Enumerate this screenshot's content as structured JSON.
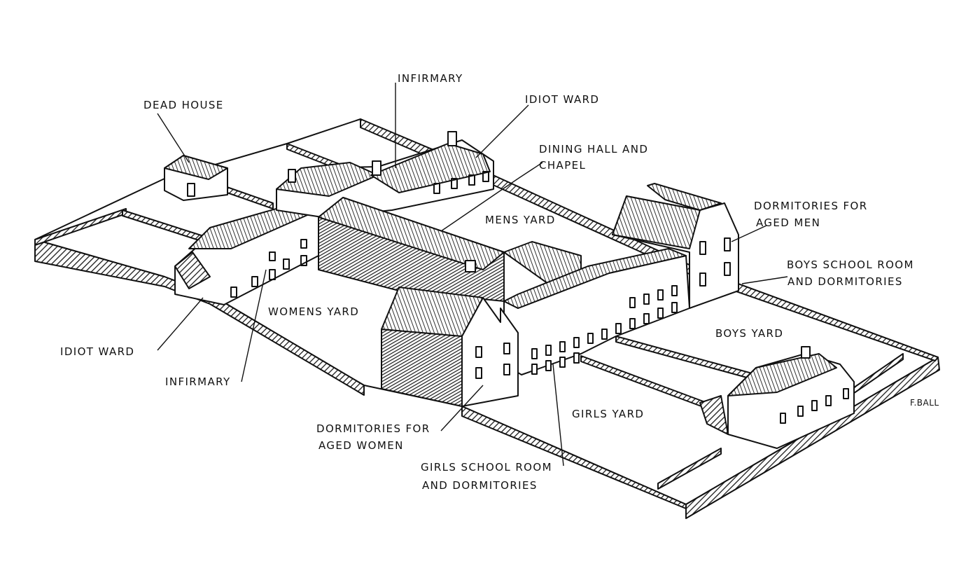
{
  "diagram": {
    "labels": {
      "dead_house": "DEAD HOUSE",
      "infirmary_top": "INFIRMARY",
      "idiot_ward_top": "IDIOT WARD",
      "dining_hall_1": "DINING HALL AND",
      "dining_hall_2": "CHAPEL",
      "mens_yard": "MENS YARD",
      "dorm_aged_men_1": "DORMITORIES FOR",
      "dorm_aged_men_2": "AGED MEN",
      "boys_school_1": "BOYS SCHOOL ROOM",
      "boys_school_2": "AND DORMITORIES",
      "boys_yard": "BOYS YARD",
      "womens_yard": "WOMENS YARD",
      "idiot_ward_left": "IDIOT WARD",
      "infirmary_left": "INFIRMARY",
      "dorm_aged_women_1": "DORMITORIES FOR",
      "dorm_aged_women_2": "AGED WOMEN",
      "girls_yard": "GIRLS YARD",
      "girls_school_1": "GIRLS SCHOOL ROOM",
      "girls_school_2": "AND DORMITORIES",
      "signature": "F.BALL"
    },
    "colors": {
      "ink": "#111111",
      "paper": "#ffffff",
      "hatch": "#1a1a1a"
    }
  }
}
